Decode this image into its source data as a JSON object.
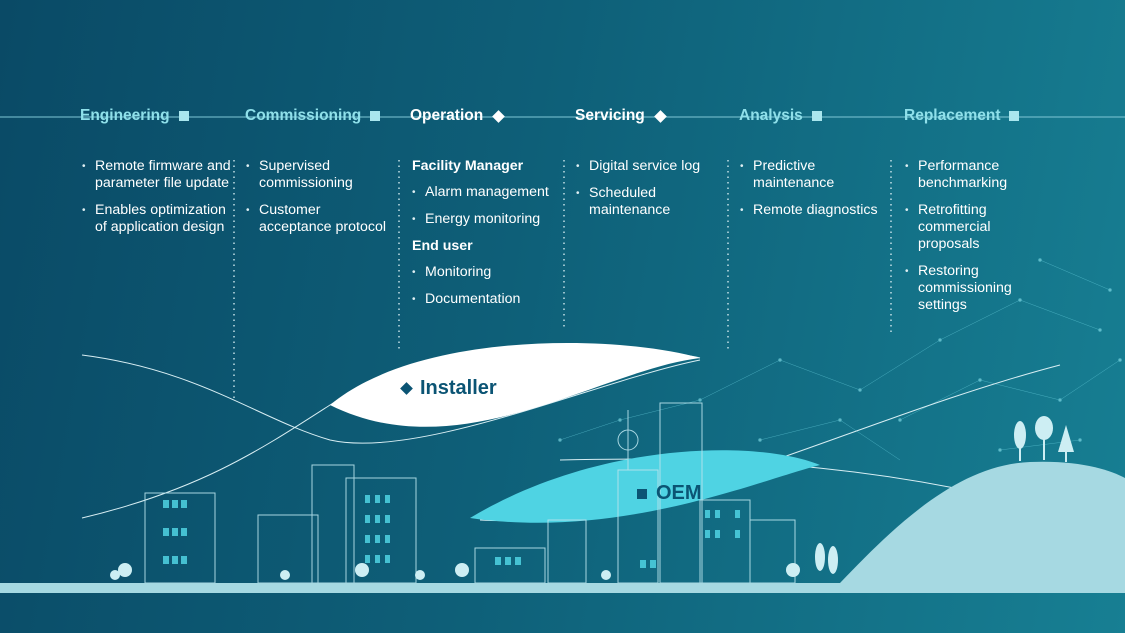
{
  "phases": [
    {
      "label": "Engineering",
      "marker": "square",
      "items": [
        "Remote firmware and parameter file update",
        "Enables optimization of application design"
      ]
    },
    {
      "label": "Commissioning",
      "marker": "square",
      "items": [
        "Supervised commissioning",
        "Customer acceptance protocol"
      ]
    },
    {
      "label": "Operation",
      "marker": "diamond",
      "groups": [
        {
          "title": "Facility Manager",
          "items": [
            "Alarm management",
            "Energy monitoring"
          ]
        },
        {
          "title": "End user",
          "items": [
            "Monitoring",
            "Documentation"
          ]
        }
      ]
    },
    {
      "label": "Servicing",
      "marker": "diamond",
      "items": [
        "Digital service log",
        "Scheduled maintenance"
      ]
    },
    {
      "label": "Analysis",
      "marker": "square",
      "items": [
        "Predictive maintenance",
        "Remote diagnostics"
      ]
    },
    {
      "label": "Replacement",
      "marker": "square",
      "items": [
        "Performance benchmarking",
        "Retrofitting commercial proposals",
        "Restoring commissioning settings"
      ]
    }
  ],
  "stakeholders": {
    "installer": {
      "label": "Installer",
      "marker": "diamond"
    },
    "oem": {
      "label": "OEM",
      "marker": "square"
    }
  },
  "colors": {
    "background_dark": "#0a4a66",
    "background_light": "#177f93",
    "phase_label": "#8fe0ea",
    "installer_fill": "#ffffff",
    "oem_fill": "#4fd3e3",
    "hill": "#a6d9e2"
  }
}
